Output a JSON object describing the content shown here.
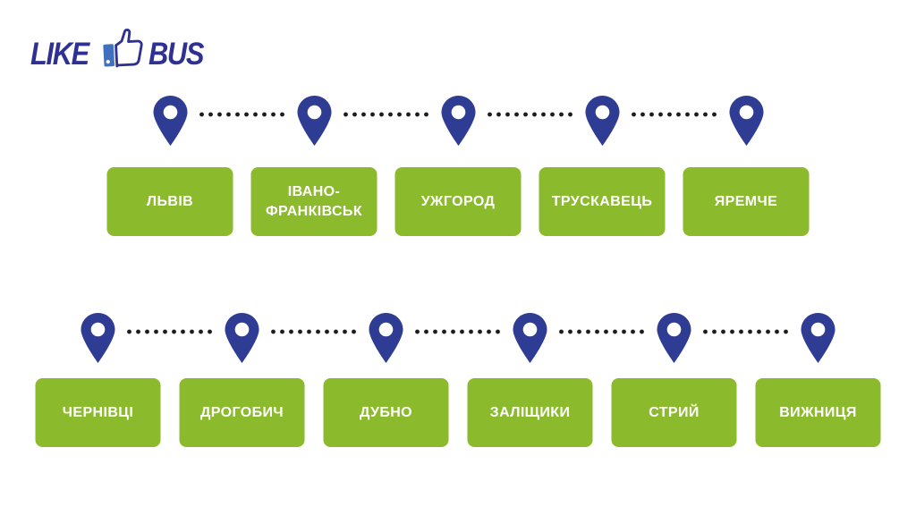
{
  "logo": {
    "like": "LIKE",
    "bus": "BUS",
    "thumb_icon": "thumbs-up-icon"
  },
  "colors": {
    "background": "#ffffff",
    "button_green": "#8cba2d",
    "button_text": "#ffffff",
    "pin_blue": "#2f3c94",
    "dot_color": "#1c1c1c",
    "logo_blue": "#2e3192",
    "thumb_sleeve_blue": "#4170bf"
  },
  "icons": {
    "pin": "map-pin-icon",
    "route_line": "dotted-route-line"
  },
  "routes": [
    {
      "cities": [
        "ЛЬВІВ",
        "ІВАНО-ФРАНКІВСЬК",
        "УЖГОРОД",
        "ТРУСКАВЕЦЬ",
        "ЯРЕМЧЕ"
      ]
    },
    {
      "cities": [
        "ЧЕРНІВЦІ",
        "ДРОГОБИЧ",
        "ДУБНО",
        "ЗАЛІЩИКИ",
        "СТРИЙ",
        "ВИЖНИЦЯ"
      ]
    }
  ]
}
